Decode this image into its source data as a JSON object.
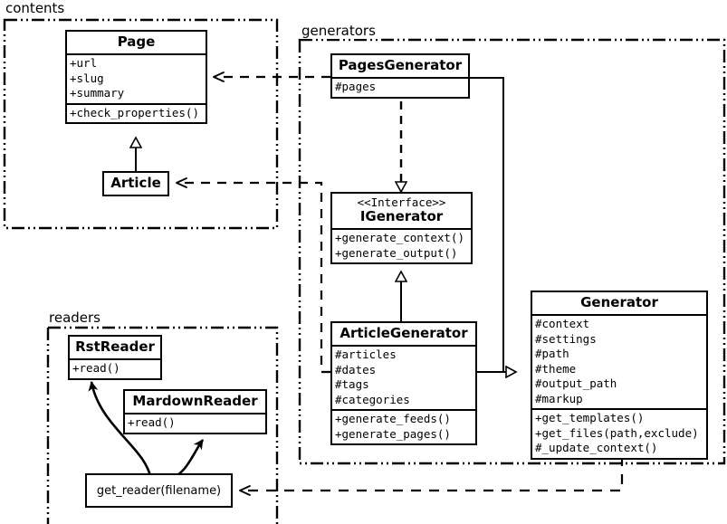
{
  "diagram": {
    "title": "Pelican architecture UML class diagram",
    "stroke_color": "#000000",
    "background": "#ffffff"
  },
  "packages": [
    {
      "id": "contents",
      "label": "contents"
    },
    {
      "id": "generators",
      "label": "generators"
    },
    {
      "id": "readers",
      "label": "readers"
    }
  ],
  "classes": {
    "page": {
      "name": "Page",
      "attributes": [
        "+url",
        "+slug",
        "+summary"
      ],
      "methods": [
        "+check_properties()"
      ]
    },
    "article": {
      "name": "Article",
      "attributes": [],
      "methods": []
    },
    "pages_generator": {
      "name": "PagesGenerator",
      "attributes": [
        "#pages"
      ],
      "methods": []
    },
    "igenerator": {
      "stereotype": "<<Interface>>",
      "name": "IGenerator",
      "attributes": [],
      "methods": [
        "+generate_context()",
        "+generate_output()"
      ]
    },
    "article_generator": {
      "name": "ArticleGenerator",
      "attributes": [
        "#articles",
        "#dates",
        "#tags",
        "#categories"
      ],
      "methods": [
        "+generate_feeds()",
        "+generate_pages()"
      ]
    },
    "generator": {
      "name": "Generator",
      "attributes": [
        "#context",
        "#settings",
        "#path",
        "#theme",
        "#output_path",
        "#markup"
      ],
      "methods": [
        "+get_templates()",
        "+get_files(path,exclude)",
        "#_update_context()"
      ]
    },
    "rst_reader": {
      "name": "RstReader",
      "attributes": [],
      "methods": [
        "+read()"
      ]
    },
    "mardown_reader": {
      "name": "MardownReader",
      "attributes": [],
      "methods": [
        "+read()"
      ]
    },
    "get_reader": {
      "name": "get_reader(filename)"
    }
  },
  "relationships": [
    {
      "from": "Article",
      "to": "Page",
      "type": "generalization"
    },
    {
      "from": "PagesGenerator",
      "to": "IGenerator",
      "type": "realization"
    },
    {
      "from": "ArticleGenerator",
      "to": "IGenerator",
      "type": "generalization"
    },
    {
      "from": "PagesGenerator",
      "to": "Generator",
      "type": "generalization"
    },
    {
      "from": "ArticleGenerator",
      "to": "Generator",
      "type": "generalization"
    },
    {
      "from": "PagesGenerator",
      "to": "Page",
      "type": "dependency"
    },
    {
      "from": "ArticleGenerator",
      "to": "Article",
      "type": "dependency"
    },
    {
      "from": "Generator",
      "to": "get_reader(filename)",
      "type": "dependency"
    },
    {
      "from": "get_reader(filename)",
      "to": "RstReader",
      "type": "creates"
    },
    {
      "from": "get_reader(filename)",
      "to": "MardownReader",
      "type": "creates"
    }
  ]
}
